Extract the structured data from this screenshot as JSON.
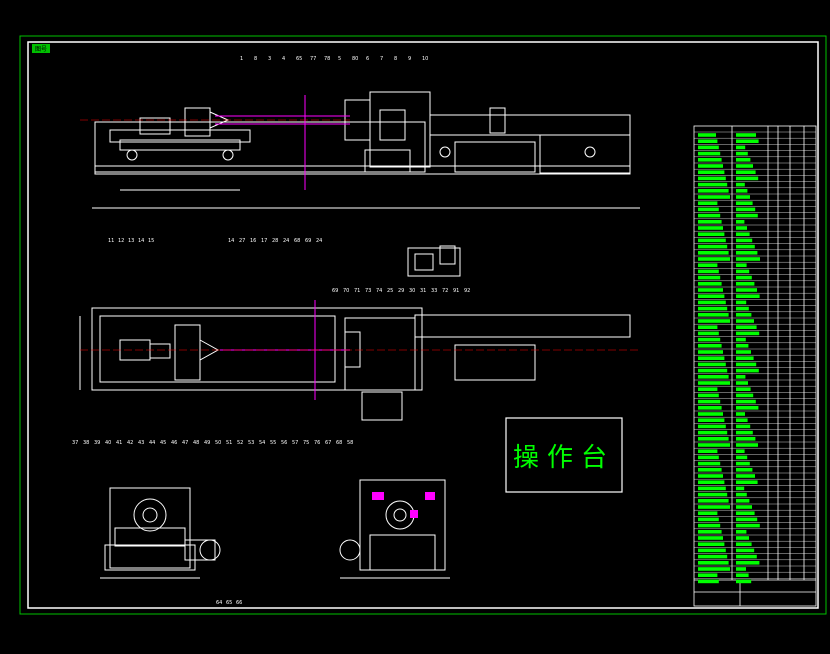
{
  "sheet": {
    "badge": "图号"
  },
  "console": {
    "label": "操作台"
  },
  "callouts": {
    "top": [
      "1",
      "8",
      "3",
      "4",
      "65",
      "77",
      "78",
      "5",
      "80",
      "6",
      "7",
      "8",
      "9",
      "10"
    ],
    "mid": [
      "14",
      "27",
      "16",
      "17",
      "28",
      "24",
      "68",
      "69",
      "24"
    ],
    "plan_left": [
      "11",
      "12",
      "13",
      "14",
      "15"
    ],
    "plan_top": [
      "69",
      "70",
      "71",
      "73",
      "74",
      "25",
      "29",
      "30",
      "31",
      "33",
      "72",
      "91",
      "92"
    ],
    "lower": [
      "37",
      "38",
      "39",
      "40",
      "41",
      "42",
      "43",
      "44",
      "45",
      "46",
      "47",
      "48",
      "49",
      "50",
      "51",
      "52",
      "53",
      "54",
      "55",
      "56",
      "57",
      "75",
      "76",
      "67",
      "68",
      "58"
    ],
    "bottom": [
      "64",
      "65",
      "66"
    ]
  },
  "colors": {
    "outline": "#ffffff",
    "frame": "#00ff00",
    "accent": "#ff00ff",
    "cyan": "#00ffff",
    "yellow": "#ffff00",
    "red": "#ff0000"
  }
}
